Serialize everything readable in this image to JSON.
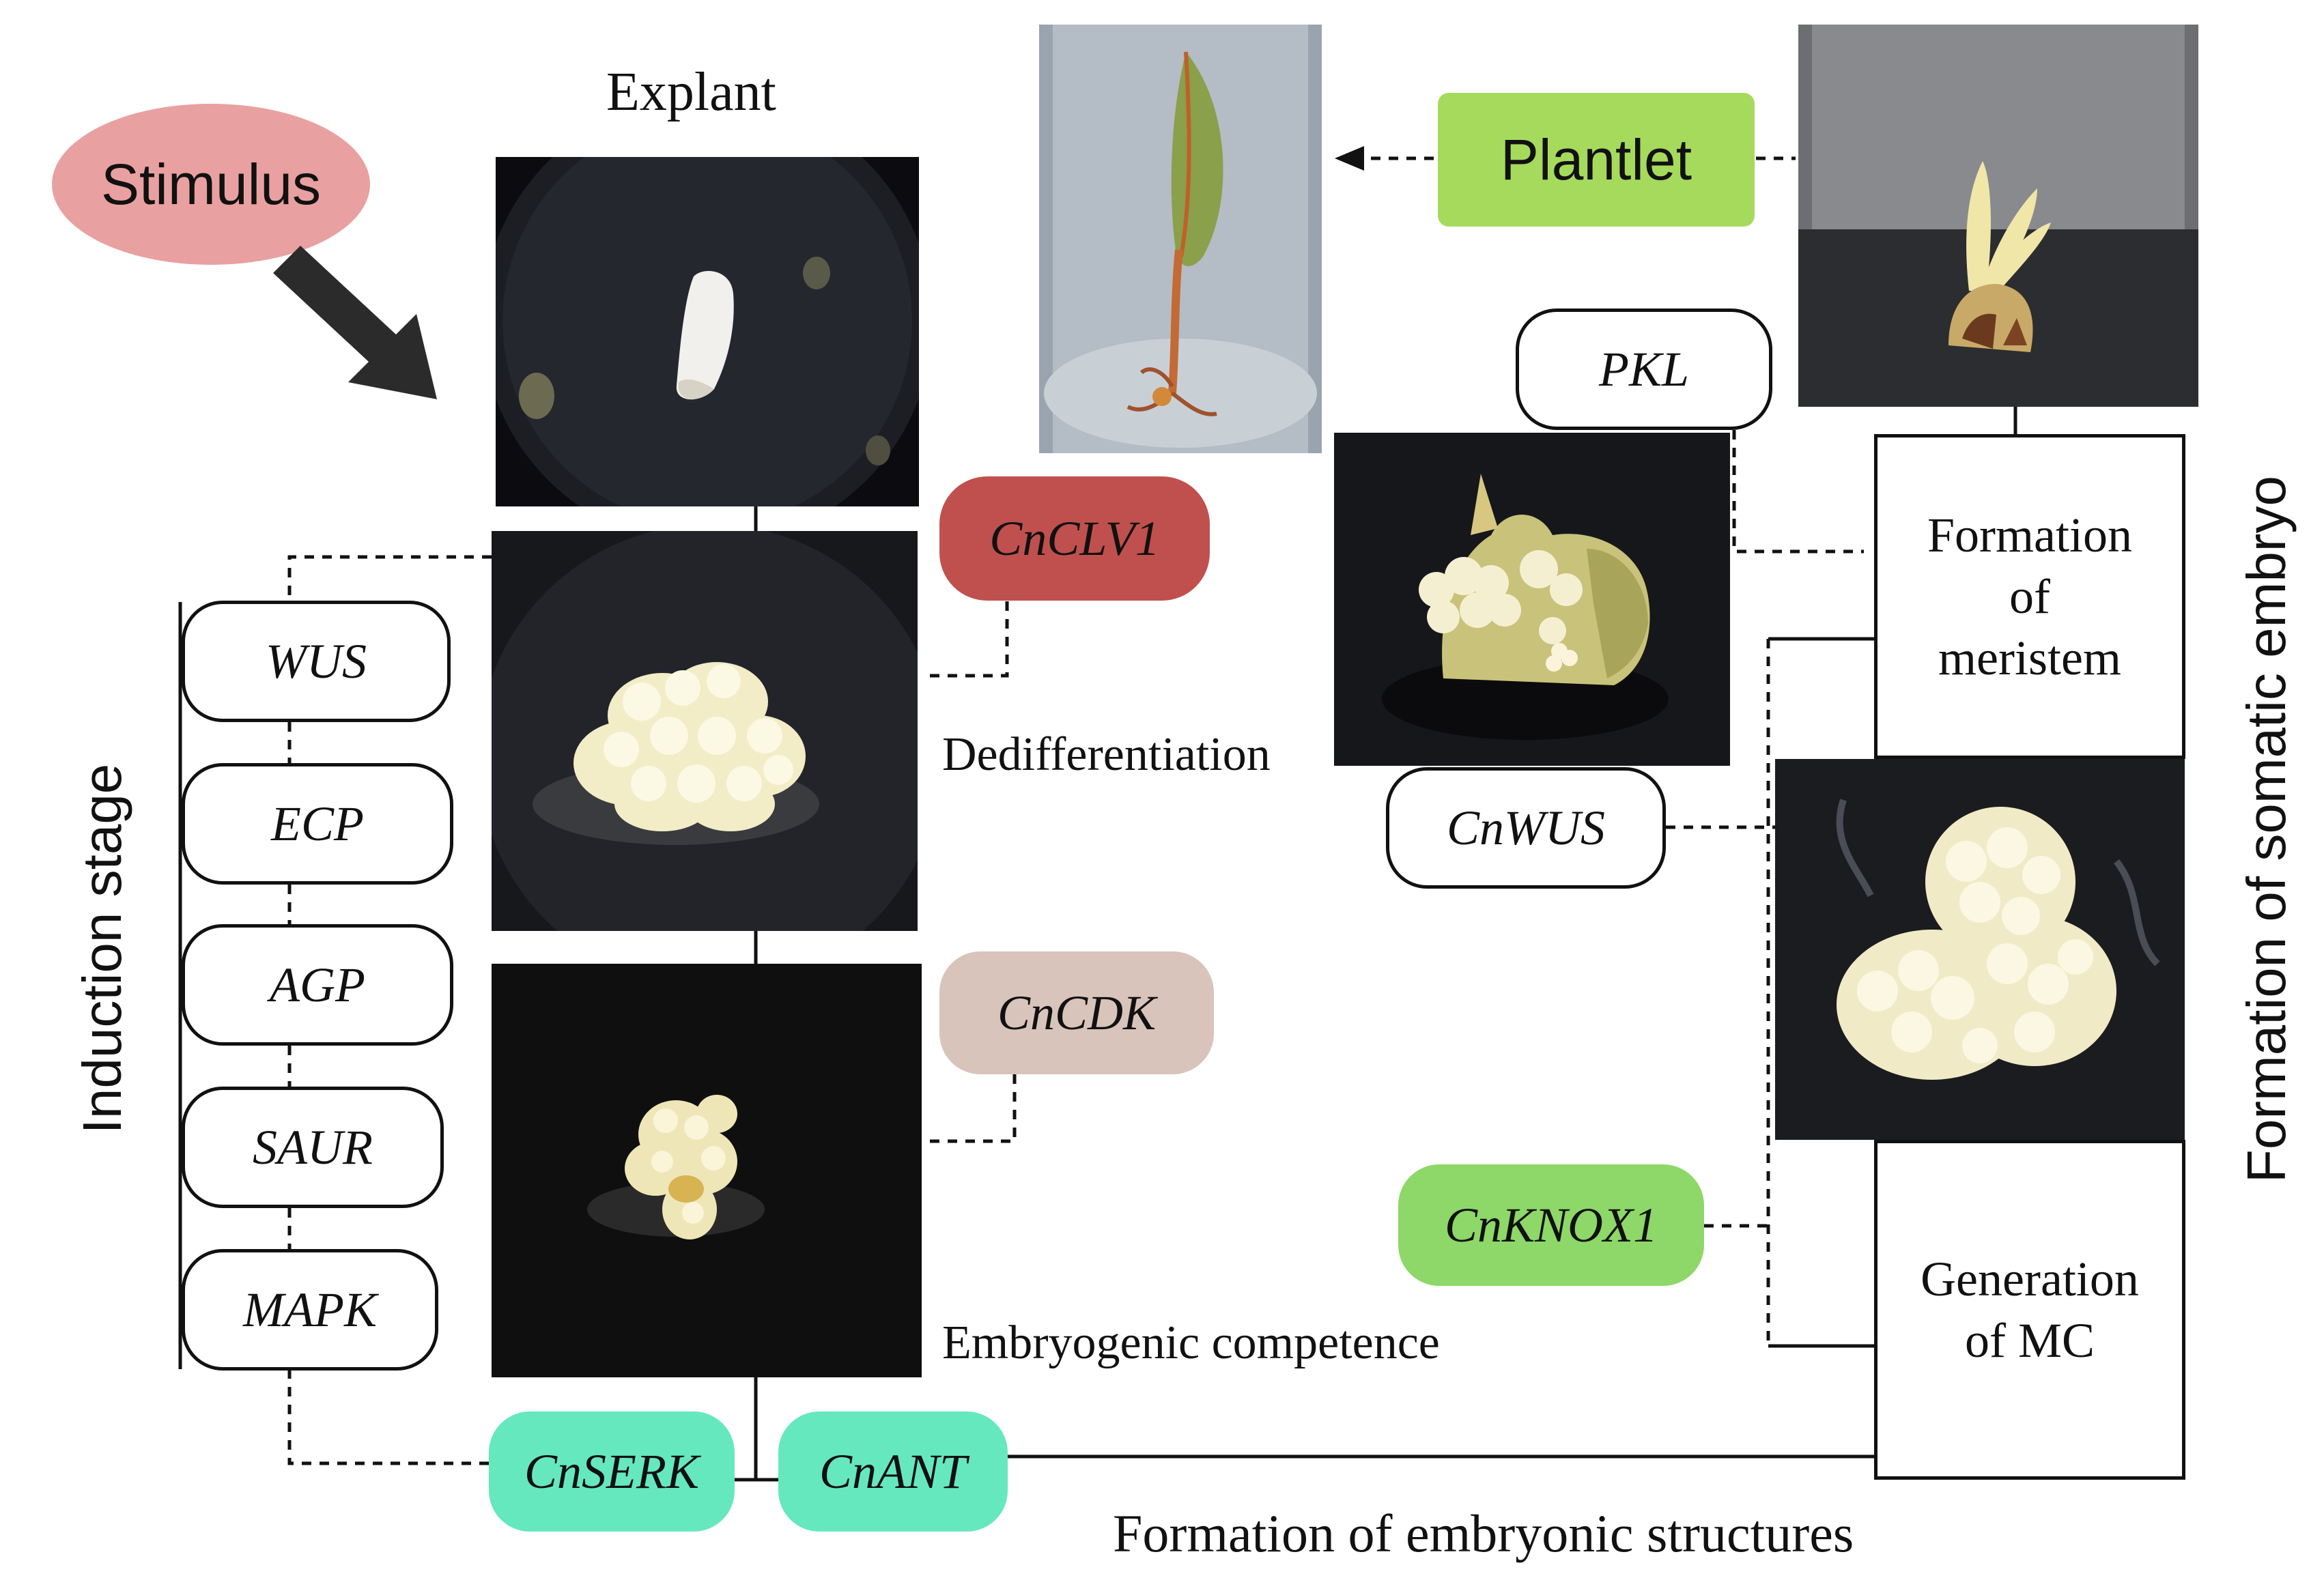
{
  "stimulus": "Stimulus",
  "explant_label": "Explant",
  "stage_labels": {
    "dedifferentiation": "Dedifferentiation",
    "embryogenic_competence": "Embryogenic competence",
    "formation_of_embryonic_structures": "Formation of embryonic structures"
  },
  "side_labels": {
    "induction_stage": "Induction stage",
    "formation_of_somatic_embryo": "Formation of somatic embryo"
  },
  "plantlet": "Plantlet",
  "induction_genes": [
    "WUS",
    "ECP",
    "AGP",
    "SAUR",
    "MAPK"
  ],
  "genes": {
    "cnclv1": "CnCLV1",
    "cncdk": "CnCDK",
    "cnserk": "CnSERK",
    "cnant": "CnANT",
    "pkl": "PKL",
    "cnwus": "CnWUS",
    "cnknox1": "CnKNOX1"
  },
  "process_boxes": {
    "meristem": "Formation\nof\nmeristem",
    "mc": "Generation\nof MC"
  },
  "colors": {
    "stimulus": "#E8A1A0",
    "cnclv1": "#C0504D",
    "cncdk": "#D8C4BA",
    "cnserk": "#66E8BF",
    "cnant": "#66E8BF",
    "plantlet": "#A6DA5C",
    "cnknox1": "#8DD868"
  }
}
